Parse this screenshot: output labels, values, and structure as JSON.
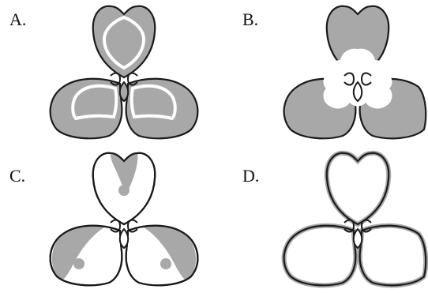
{
  "colors": {
    "outline": "#1a1a1a",
    "fill": "#a8a8a8",
    "white": "#ffffff"
  },
  "options": [
    {
      "id": "A",
      "label": "A.",
      "pattern": "interior-white-ring"
    },
    {
      "id": "B",
      "label": "B.",
      "pattern": "white-center-blob"
    },
    {
      "id": "C",
      "label": "C.",
      "pattern": "gray-edge-wedges"
    },
    {
      "id": "D",
      "label": "D.",
      "pattern": "thin-gray-rim"
    }
  ]
}
